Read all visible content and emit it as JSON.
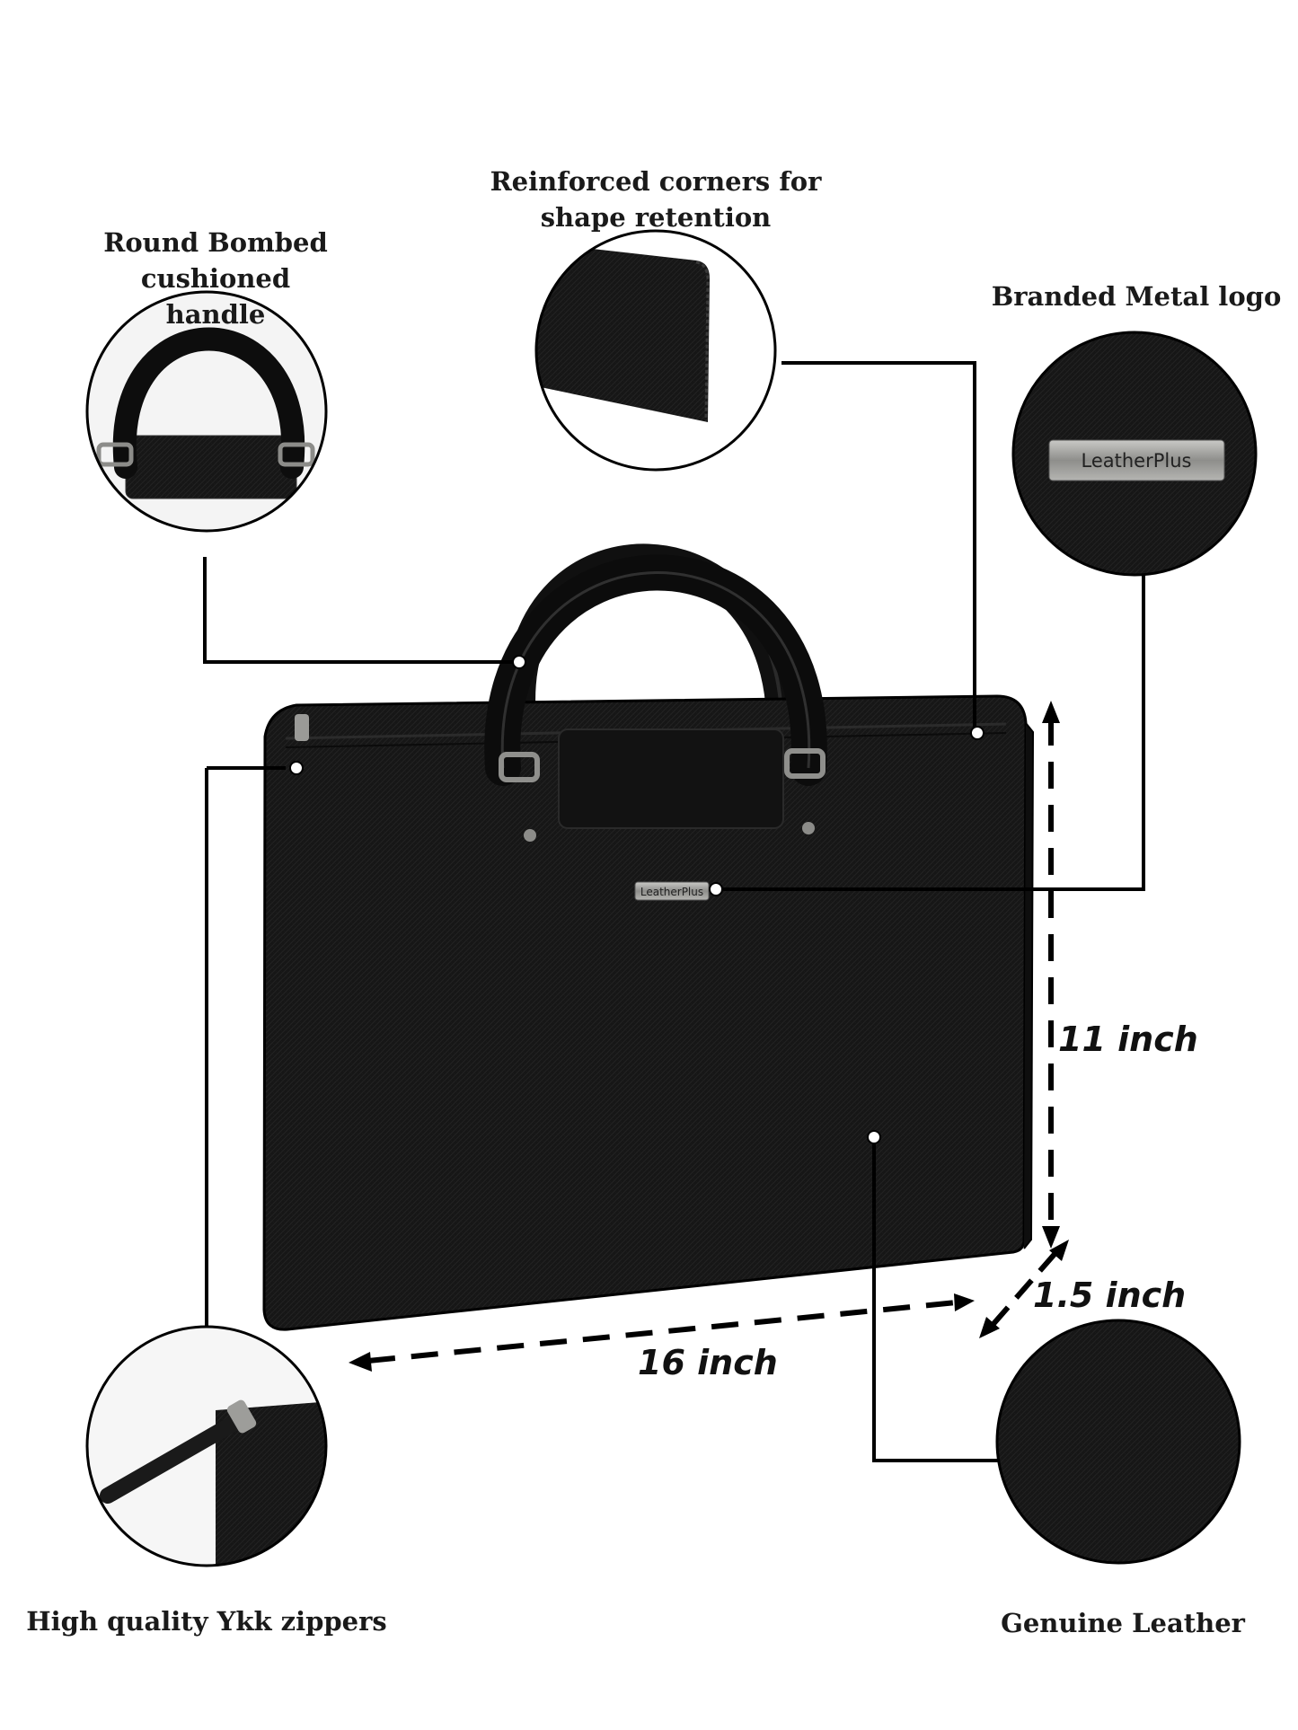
{
  "labels": {
    "handle_line1": "Round Bombed cushioned",
    "handle_line2": "handle",
    "corners_line1": "Reinforced corners for",
    "corners_line2": "shape retention",
    "logo": "Branded Metal logo",
    "zippers": "High quality Ykk zippers",
    "leather": "Genuine Leather"
  },
  "dimensions": {
    "height": "11 inch",
    "depth": "1.5 inch",
    "width": "16 inch"
  },
  "brand": {
    "logo_text": "LeatherPlus"
  },
  "colors": {
    "bag": "#151515",
    "bag_edge": "#0a0a0a",
    "metal": "#9a9a98",
    "leader": "#000000",
    "background": "#ffffff"
  }
}
